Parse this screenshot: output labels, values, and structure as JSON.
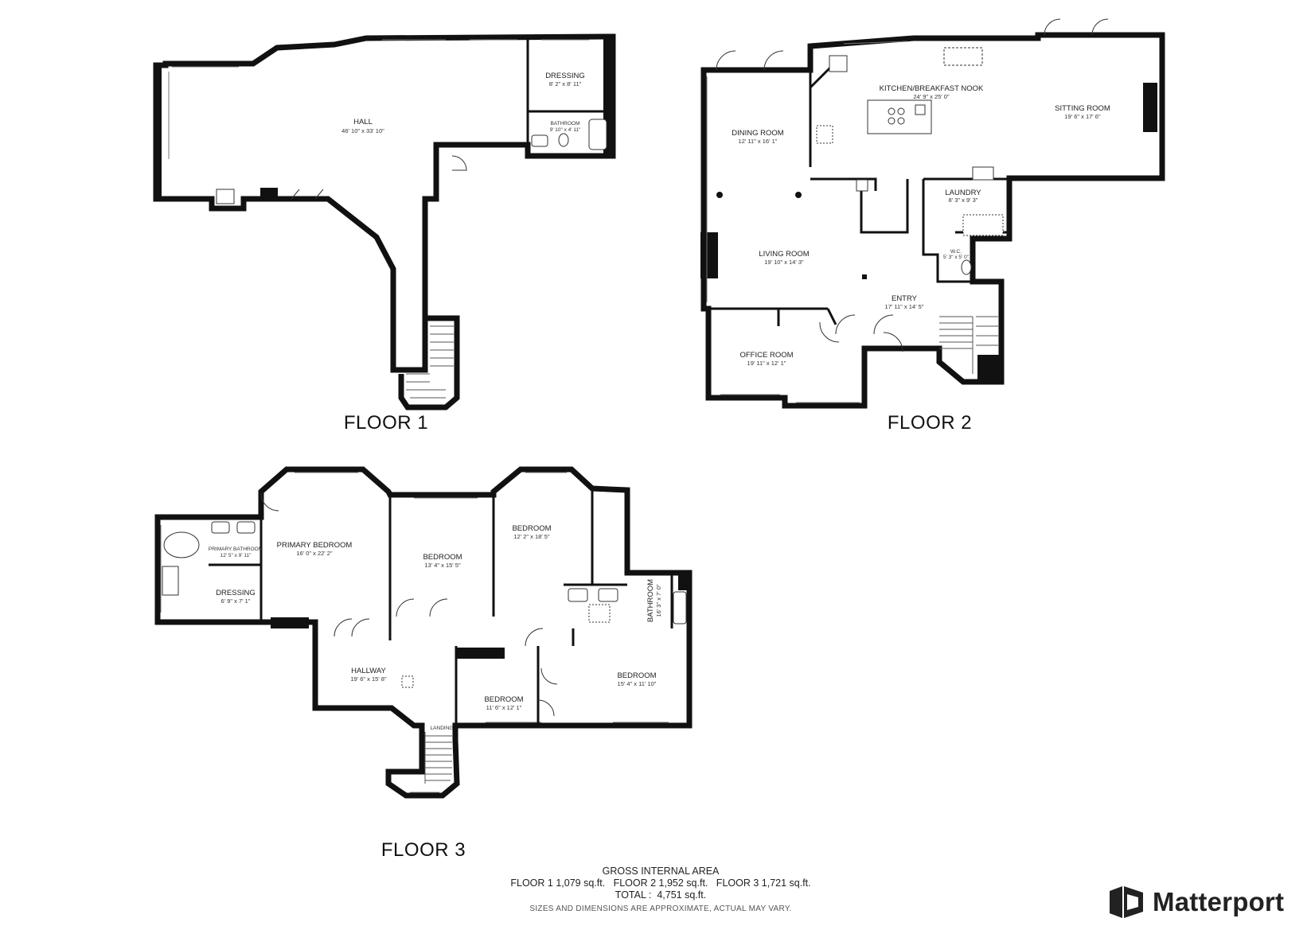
{
  "floors": [
    {
      "label": "FLOOR 1",
      "rooms": [
        {
          "name": "HALL",
          "dims": "46' 10\" x 33' 10\""
        },
        {
          "name": "DRESSING",
          "dims": "8' 2\" x 8' 11\""
        },
        {
          "name": "BATHROOM",
          "dims": "9' 10\" x 4' 11\""
        }
      ]
    },
    {
      "label": "FLOOR 2",
      "rooms": [
        {
          "name": "KITCHEN/BREAKFAST NOOK",
          "dims": "24' 9\" x 25' 0\""
        },
        {
          "name": "SITTING ROOM",
          "dims": "19' 6\" x 17' 6\""
        },
        {
          "name": "DINING ROOM",
          "dims": "12' 11\" x 16' 1\""
        },
        {
          "name": "LAUNDRY",
          "dims": "8' 3\" x 9' 3\""
        },
        {
          "name": "LIVING ROOM",
          "dims": "19' 10\" x 14' 3\""
        },
        {
          "name": "W.C.",
          "dims": "5' 3\" x 5' 0\""
        },
        {
          "name": "ENTRY",
          "dims": "17' 11\" x 14' 5\""
        },
        {
          "name": "OFFICE ROOM",
          "dims": "19' 11\" x 12' 1\""
        }
      ]
    },
    {
      "label": "FLOOR 3",
      "rooms": [
        {
          "name": "PRIMARY BEDROOM",
          "dims": "16' 0\" x 22' 2\""
        },
        {
          "name": "PRIMARY BATHROOM",
          "dims": "12' 5\" x 9' 11\""
        },
        {
          "name": "DRESSING",
          "dims": "6' 9\" x 7' 1\""
        },
        {
          "name": "BEDROOM",
          "dims": "13' 4\" x 15' 5\""
        },
        {
          "name": "BEDROOM",
          "dims": "12' 2\" x 18' 5\""
        },
        {
          "name": "BATHROOM",
          "dims": "16' 3\" x 7' 0\""
        },
        {
          "name": "HALLWAY",
          "dims": "19' 6\" x 15' 8\""
        },
        {
          "name": "LANDING",
          "dims": ""
        },
        {
          "name": "BEDROOM",
          "dims": "11' 6\" x 12' 1\""
        },
        {
          "name": "BEDROOM",
          "dims": "15' 4\" x 11' 10\""
        }
      ]
    }
  ],
  "area": {
    "title": "GROSS INTERNAL AREA",
    "breakdown": "FLOOR 1 1,079 sq.ft.   FLOOR 2 1,952 sq.ft.   FLOOR 3 1,721 sq.ft.",
    "total": "TOTAL :  4,751 sq.ft.",
    "note": "SIZES AND DIMENSIONS ARE APPROXIMATE, ACTUAL MAY VARY."
  },
  "brand": {
    "name": "Matterport",
    "icon": "matterport-logo-icon"
  }
}
